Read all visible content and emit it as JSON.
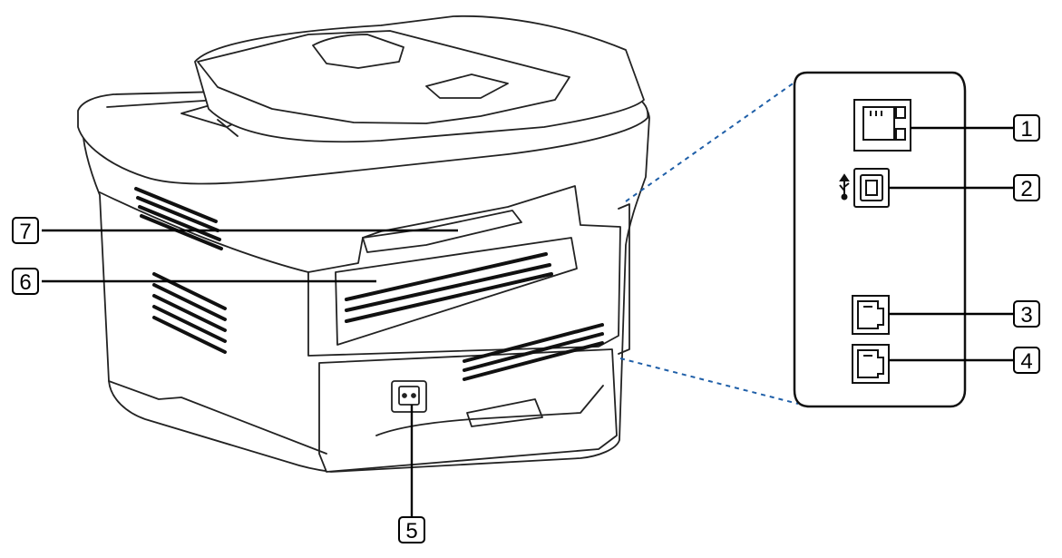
{
  "callouts": [
    {
      "id": "1",
      "label": "1",
      "part": "network-port"
    },
    {
      "id": "2",
      "label": "2",
      "part": "usb-port"
    },
    {
      "id": "3",
      "label": "3",
      "part": "telephone-line-socket"
    },
    {
      "id": "4",
      "label": "4",
      "part": "extension-telephone-socket"
    },
    {
      "id": "5",
      "label": "5",
      "part": "power-receptacle"
    },
    {
      "id": "6",
      "label": "6",
      "part": "rear-cover"
    },
    {
      "id": "7",
      "label": "7",
      "part": "rear-cover-handle"
    }
  ],
  "colors": {
    "outline": "#222222",
    "callout_line": "#000000",
    "zoom_dash": "#1f5fa8",
    "background": "#ffffff"
  }
}
